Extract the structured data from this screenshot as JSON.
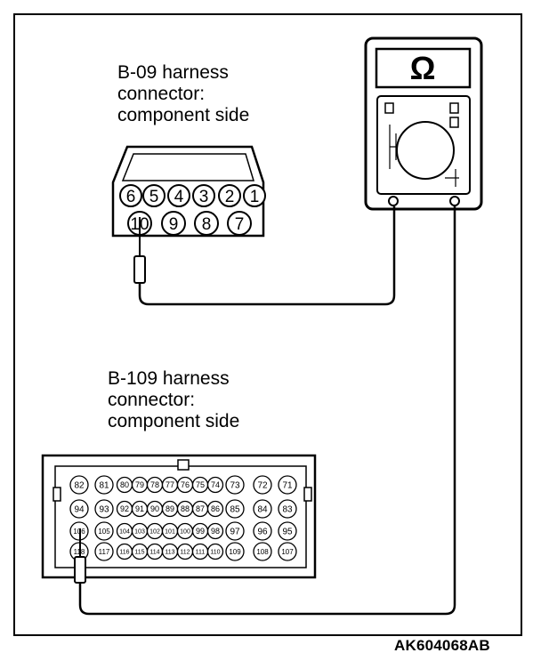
{
  "connector_b09": {
    "label_lines": [
      "B-09 harness",
      "connector:",
      "component side"
    ],
    "top_row_pins": [
      "6",
      "5",
      "4",
      "3",
      "2",
      "1"
    ],
    "bottom_row_pins": [
      "10",
      "9",
      "8",
      "7"
    ]
  },
  "connector_b109": {
    "label_lines": [
      "B-109 harness",
      "connector:",
      "component side"
    ],
    "row1_pins": [
      "82",
      "81",
      "80",
      "79",
      "78",
      "77",
      "76",
      "75",
      "74",
      "73",
      "72",
      "71"
    ],
    "row2_pins": [
      "94",
      "93",
      "92",
      "91",
      "90",
      "89",
      "88",
      "87",
      "86",
      "85",
      "84",
      "83"
    ],
    "row3_pins": [
      "106",
      "105",
      "104",
      "103",
      "102",
      "101",
      "100",
      "99",
      "98",
      "97",
      "96",
      "95"
    ],
    "row4_pins": [
      "118",
      "117",
      "116",
      "115",
      "114",
      "113",
      "112",
      "111",
      "110",
      "109",
      "108",
      "107"
    ]
  },
  "meter": {
    "symbol": "Ω",
    "icon": "ohmmeter-icon"
  },
  "figure_code": "AK604068AB"
}
